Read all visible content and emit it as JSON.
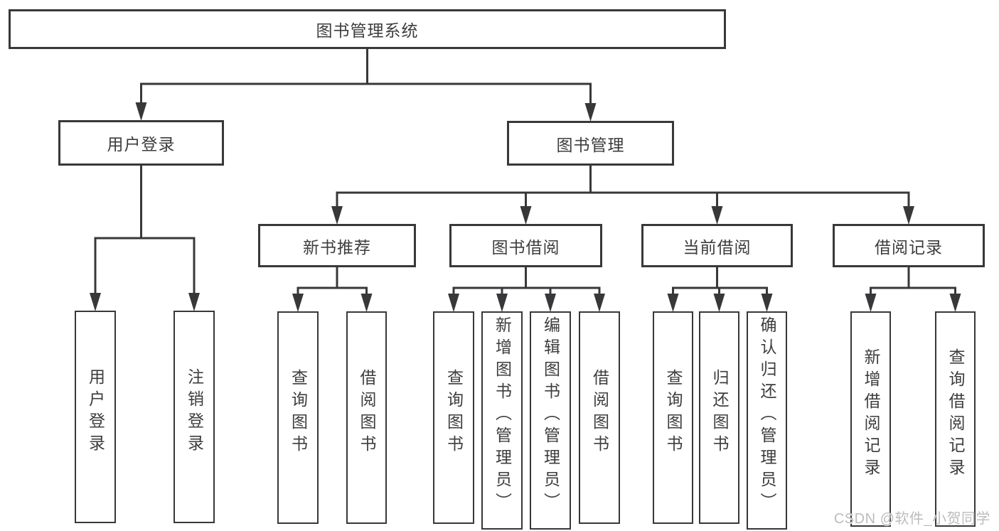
{
  "colors": {
    "line": "#38383a",
    "box_fill": "#ffffff",
    "text": "#3d3d3d",
    "watermark": "#bcbcbc",
    "background": "#ffffff"
  },
  "watermark": {
    "text": "CSDN @软件_小贺同学"
  },
  "tree": {
    "id": "root",
    "label": "图书管理系统",
    "children": [
      {
        "id": "user-login",
        "label": "用户登录",
        "children": [
          {
            "id": "leaf-user-login",
            "label": "用户登录"
          },
          {
            "id": "leaf-logout",
            "label": "注销登录"
          }
        ]
      },
      {
        "id": "book-mgmt",
        "label": "图书管理",
        "children": [
          {
            "id": "new-book-rec",
            "label": "新书推荐",
            "children": [
              {
                "id": "leaf-query-book-1",
                "label": "查询图书"
              },
              {
                "id": "leaf-borrow-book-1",
                "label": "借阅图书"
              }
            ]
          },
          {
            "id": "book-borrow",
            "label": "图书借阅",
            "children": [
              {
                "id": "leaf-query-book-2",
                "label": "查询图书"
              },
              {
                "id": "leaf-add-book",
                "label": "新增图书（管理员）"
              },
              {
                "id": "leaf-edit-book",
                "label": "编辑图书（管理员）"
              },
              {
                "id": "leaf-borrow-book-2",
                "label": "借阅图书"
              }
            ]
          },
          {
            "id": "current-borrow",
            "label": "当前借阅",
            "children": [
              {
                "id": "leaf-query-book-3",
                "label": "查询图书"
              },
              {
                "id": "leaf-return-book",
                "label": "归还图书"
              },
              {
                "id": "leaf-confirm-return",
                "label": "确认归还（管理员）"
              }
            ]
          },
          {
            "id": "borrow-records",
            "label": "借阅记录",
            "children": [
              {
                "id": "leaf-add-record",
                "label": "新增借阅记录"
              },
              {
                "id": "leaf-query-record",
                "label": "查询借阅记录"
              }
            ]
          }
        ]
      }
    ]
  }
}
